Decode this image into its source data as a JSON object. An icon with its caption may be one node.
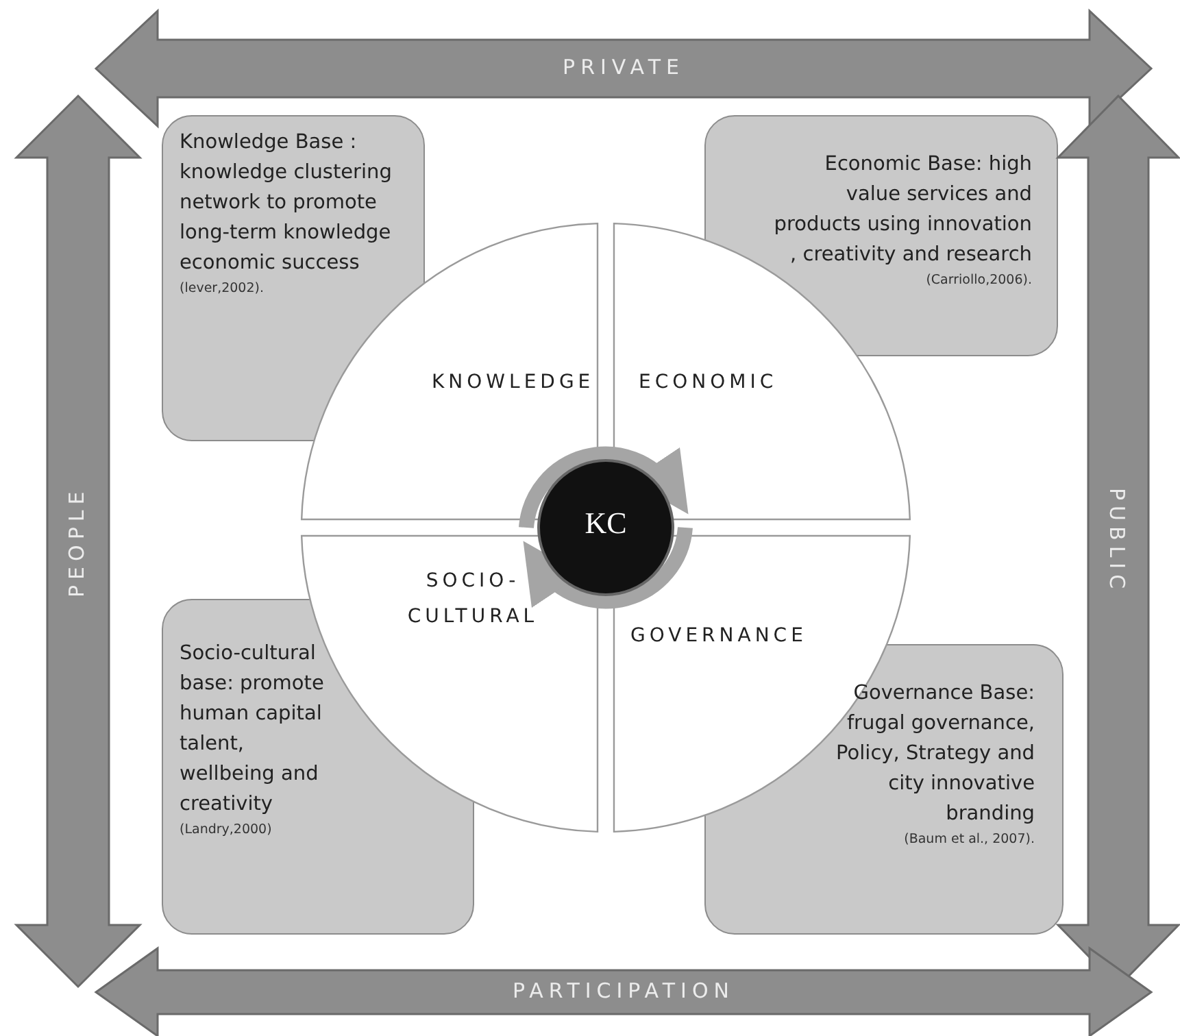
{
  "diagram": {
    "nodes": [
      {
        "text": [
          "PRIVATE"
        ]
      },
      {
        "text": [
          "PEOPLE"
        ]
      },
      {
        "text": [
          "Knowledge Base : knowledge clustering network to promote long-term knowledge economic success",
          "(lever,2002)."
        ]
      },
      {
        "text": [
          "Economic Base: high value services and products using innovation , creativity and research",
          "(Carriollo,2006)."
        ]
      },
      {
        "text": [
          "KNOWLEDGE"
        ]
      },
      {
        "text": [
          "ECONOMIC"
        ]
      },
      {
        "text": [
          "KC"
        ]
      },
      {
        "text": [
          "SOCIO- CULTURAL"
        ]
      },
      {
        "text": [
          "GOVERNANCE"
        ]
      },
      {
        "text": [
          "PUBLIC"
        ]
      },
      {
        "text": [
          "Socio-cultural base: promote human capital talent, wellbeing and creativity",
          "(Landry,2000)"
        ]
      },
      {
        "text": [
          "Governance Base: frugal governance, Policy, Strategy and city innovative branding",
          "(Baum et al., 2007)."
        ]
      },
      {
        "text": [
          "PARTICIPATION"
        ]
      }
    ],
    "edges": []
  }
}
